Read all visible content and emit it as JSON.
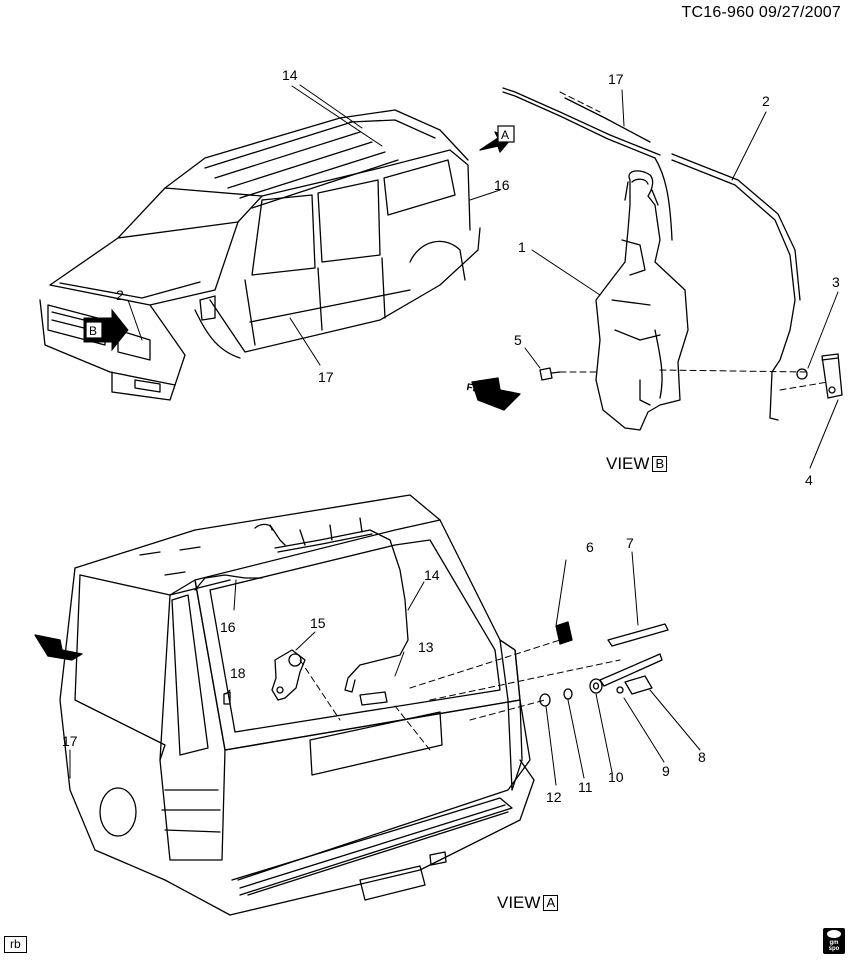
{
  "header": {
    "drawing_id": "TC16-960  09/27/2007"
  },
  "views": {
    "view_b": "VIEW",
    "view_b_letter": "B",
    "view_a": "VIEW",
    "view_a_letter": "A"
  },
  "arrows": {
    "arrow_a_letter": "A",
    "arrow_b_letter": "B",
    "front_label": "FRT"
  },
  "footer": {
    "rb_tag": "rb",
    "logo_top": "gm",
    "logo_bottom": "spo"
  },
  "callouts": {
    "c1": "1",
    "c2_top": "2",
    "c2_car": "2",
    "c3": "3",
    "c4": "4",
    "c5": "5",
    "c6": "6",
    "c7": "7",
    "c8": "8",
    "c9": "9",
    "c10": "10",
    "c11": "11",
    "c12": "12",
    "c13": "13",
    "c14_top": "14",
    "c14_rear": "14",
    "c15": "15",
    "c16_top": "16",
    "c16_rear": "16",
    "c17_top": "17",
    "c17_car": "17",
    "c17_rear": "17",
    "c18": "18"
  },
  "colors": {
    "ink": "#000000",
    "paper": "#ffffff"
  }
}
